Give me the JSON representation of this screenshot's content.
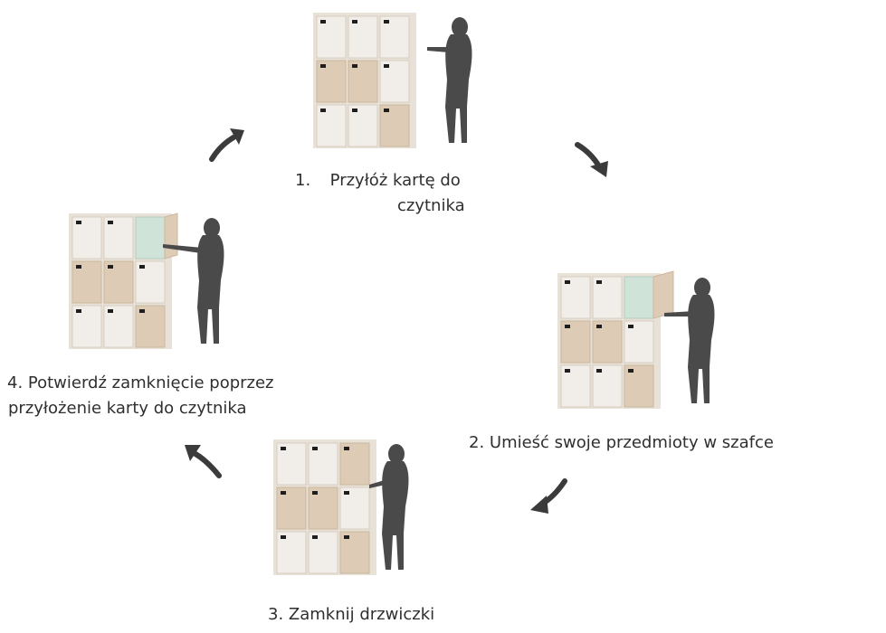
{
  "colors": {
    "cabinet_light": "#f1eee9",
    "cabinet_wood": "#ddcbb6",
    "cabinet_side": "#e8e1d7",
    "lock": "#1e1e1e",
    "person": "#4a4a4a",
    "arrow": "#3b3b3b",
    "open_interior": "#cfe3d8",
    "text": "#2f2f2f"
  },
  "steps": [
    {
      "id": "step-1",
      "number": "1.",
      "line1": "Przyłóż kartę do",
      "line2": "czytnika",
      "door_state": "closed"
    },
    {
      "id": "step-2",
      "line1": "2. Umieść swoje przedmioty w szafce",
      "door_state": "open"
    },
    {
      "id": "step-3",
      "line1": "3. Zamknij drzwiczki",
      "door_state": "closing"
    },
    {
      "id": "step-4",
      "line1": "4. Potwierdź zamknięcie poprzez",
      "line2": "przyłożenie karty do czytnika",
      "door_state": "open"
    }
  ],
  "arrows": [
    {
      "name": "arrow-step1-to-step2",
      "direction": "down-right"
    },
    {
      "name": "arrow-step2-to-step3",
      "direction": "down-left"
    },
    {
      "name": "arrow-step3-to-step4",
      "direction": "up-left"
    },
    {
      "name": "arrow-step4-to-step1",
      "direction": "up-right"
    }
  ]
}
